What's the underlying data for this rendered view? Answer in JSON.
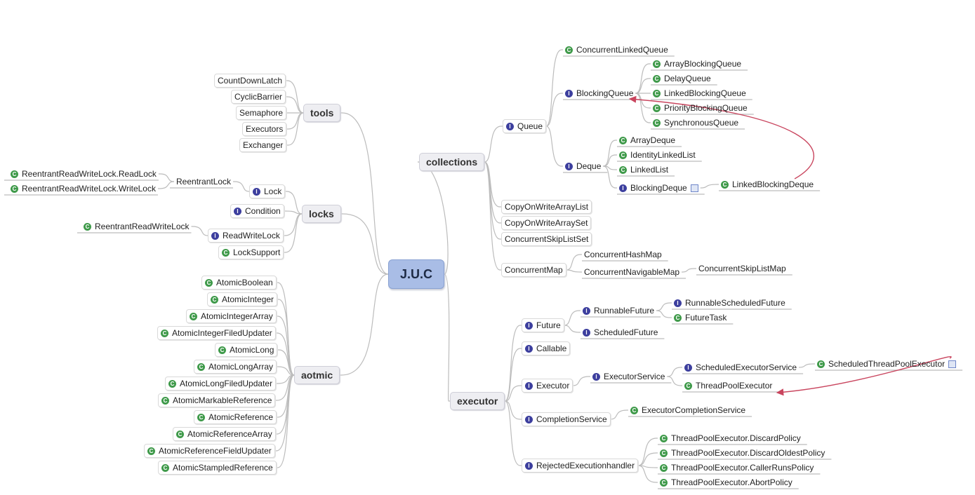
{
  "root": "J.U.C",
  "branches": {
    "tools": "tools",
    "locks": "locks",
    "aotmic": "aotmic",
    "collections": "collections",
    "executor": "executor"
  },
  "tools": [
    "CountDownLatch",
    "CyclicBarrier",
    "Semaphore",
    "Executors",
    "Exchanger"
  ],
  "locks": {
    "lock": "Lock",
    "reentrant_lock": "ReentrantLock",
    "read_lock": "ReentrantReadWriteLock.ReadLock",
    "write_lock": "ReentrantReadWriteLock.WriteLock",
    "condition": "Condition",
    "read_write_lock": "ReadWriteLock",
    "reentrant_read_write_lock": "ReentrantReadWriteLock",
    "lock_support": "LockSupport"
  },
  "atomic": [
    "AtomicBoolean",
    "AtomicInteger",
    "AtomicIntegerArray",
    "AtomicIntegerFiledUpdater",
    "AtomicLong",
    "AtomicLongArray",
    "AtomicLongFiledUpdater",
    "AtomicMarkableReference",
    "AtomicReference",
    "AtomicReferenceArray",
    "AtomicReferenceFieldUpdater",
    "AtomicStampledReference"
  ],
  "collections": {
    "queue": "Queue",
    "concurrent_linked_queue": "ConcurrentLinkedQueue",
    "blocking_queue": "BlockingQueue",
    "blocking_queue_impls": [
      "ArrayBlockingQueue",
      "DelayQueue",
      "LinkedBlockingQueue",
      "PriorityBlockingQueue",
      "SynchronousQueue"
    ],
    "deque": "Deque",
    "deque_impls": [
      "ArrayDeque",
      "IdentityLinkedList",
      "LinkedList"
    ],
    "blocking_deque": "BlockingDeque",
    "linked_blocking_deque": "LinkedBlockingDeque",
    "copy_on_write_array_list": "CopyOnWriteArrayList",
    "copy_on_write_array_set": "CopyOnWriteArraySet",
    "concurrent_skip_list_set": "ConcurrentSkipListSet",
    "concurrent_map": "ConcurrentMap",
    "concurrent_hash_map": "ConcurrentHashMap",
    "concurrent_navigable_map": "ConcurrentNavigableMap",
    "concurrent_skip_list_map": "ConcurrentSkipListMap"
  },
  "executor": {
    "future": "Future",
    "runnable_future": "RunnableFuture",
    "runnable_scheduled_future": "RunnableScheduledFuture",
    "future_task": "FutureTask",
    "scheduled_future": "ScheduledFuture",
    "callable": "Callable",
    "executor": "Executor",
    "executor_service": "ExecutorService",
    "scheduled_executor_service": "ScheduledExecutorService",
    "scheduled_thread_pool_executor": "ScheduledThreadPoolExecutor",
    "thread_pool_executor": "ThreadPoolExecutor",
    "completion_service": "CompletionService",
    "executor_completion_service": "ExecutorCompletionService",
    "rejected_execution_handler": "RejectedExecutionhandler",
    "policies": [
      "ThreadPoolExecutor.DiscardPolicy",
      "ThreadPoolExecutor.DiscardOldestPolicy",
      "ThreadPoolExecutor.CallerRunsPolicy",
      "ThreadPoolExecutor.AbortPolicy"
    ]
  },
  "colors": {
    "root_fill": "#a9bde6",
    "branch_fill": "#eeeef2",
    "link": "#bcbcbc",
    "class_icon": "#3f9a4a",
    "interface_icon": "#3d3f9e",
    "relation_arrow": "#c9455e"
  }
}
